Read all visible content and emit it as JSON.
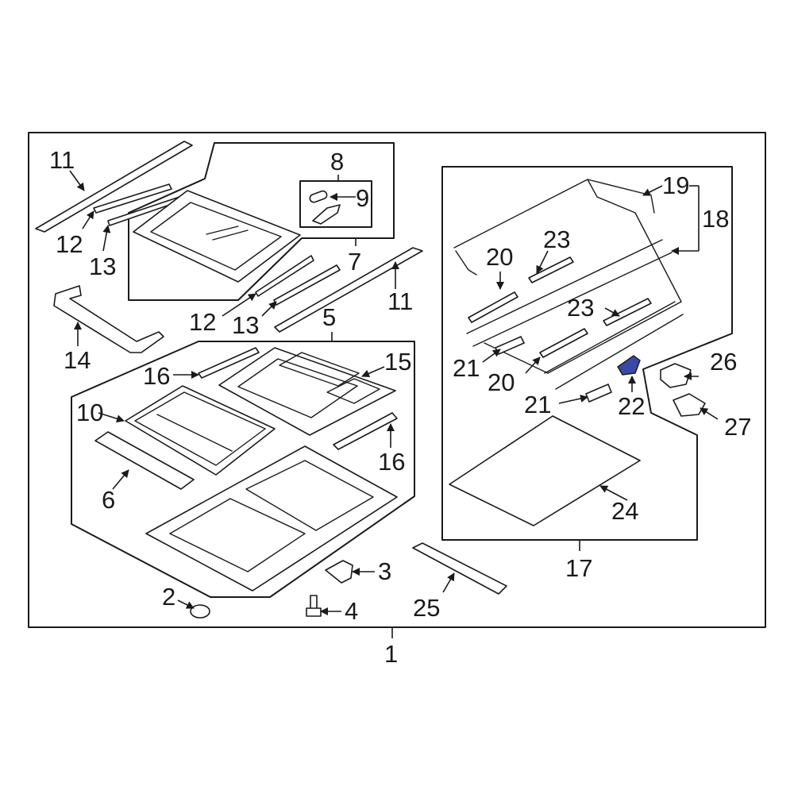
{
  "diagram": {
    "highlight_color": "#3a49a8",
    "line_color": "#1a1a1a",
    "callouts": {
      "c1": "1",
      "c2": "2",
      "c3": "3",
      "c4": "4",
      "c5": "5",
      "c6": "6",
      "c7": "7",
      "c8": "8",
      "c9": "9",
      "c10": "10",
      "c11a": "11",
      "c11b": "11",
      "c12a": "12",
      "c12b": "12",
      "c13a": "13",
      "c13b": "13",
      "c14": "14",
      "c15": "15",
      "c16a": "16",
      "c16b": "16",
      "c17": "17",
      "c18": "18",
      "c19": "19",
      "c20a": "20",
      "c20b": "20",
      "c21a": "21",
      "c21b": "21",
      "c22": "22",
      "c23a": "23",
      "c23b": "23",
      "c24": "24",
      "c25": "25",
      "c26": "26",
      "c27": "27"
    }
  }
}
